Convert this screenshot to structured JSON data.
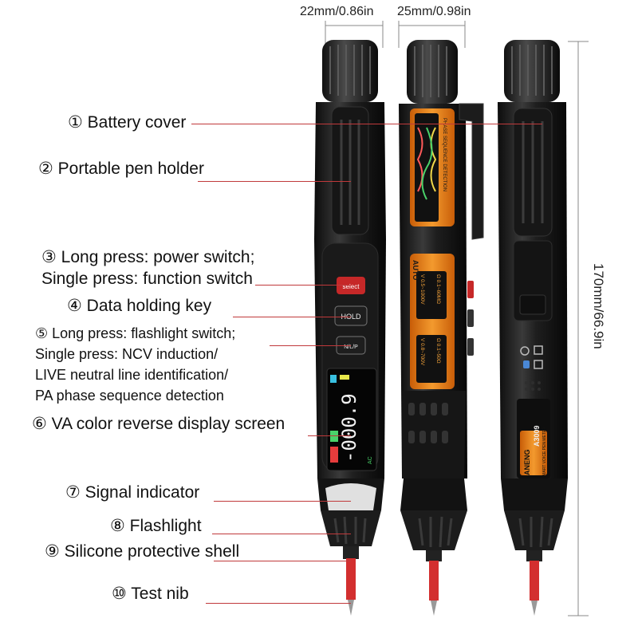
{
  "dimensions": {
    "width_top_left": "22mm/0.86in",
    "width_top_right": "25mm/0.98in",
    "height_side": "170mm/66.9in"
  },
  "labels": {
    "l1": "① Battery cover",
    "l2": "② Portable pen holder",
    "l3a": "③ Long press: power switch;",
    "l3b": "Single press: function switch",
    "l4": "④ Data holding key",
    "l5a": "⑤ Long press: flashlight switch;",
    "l5b": "Single press: NCV induction/",
    "l5c": "LIVE neutral line identification/",
    "l5d": "PA phase sequence detection",
    "l6": "⑥ VA color reverse display screen",
    "l7": "⑦ Signal indicator",
    "l8": "⑧ Flashlight",
    "l9": "⑨ Silicone protective shell",
    "l10": "⑩ Test nib"
  },
  "device": {
    "btn_select": "select",
    "btn_hold": "HOLD",
    "btn_nlp": "N/L/P",
    "display_value": "-000.9",
    "display_unit": "AC",
    "middle_panel_title": "PHASE SEQUENCE DETECTION",
    "range1": "V 0.5~1000V",
    "range2": "Ω 0.1~60MΩ",
    "range3": "V 0.8~700V",
    "range4": "Ω 0.1~50Ω",
    "auto_text": "AUTO",
    "brand": "ANENG",
    "model": "A3009",
    "subtitle": "SMART VOICE PEN METER"
  },
  "colors": {
    "accent_orange": "#f07a12",
    "leader_red": "#c0393b",
    "body_black": "#1b1b1b",
    "tip_red": "#d32f2f"
  }
}
